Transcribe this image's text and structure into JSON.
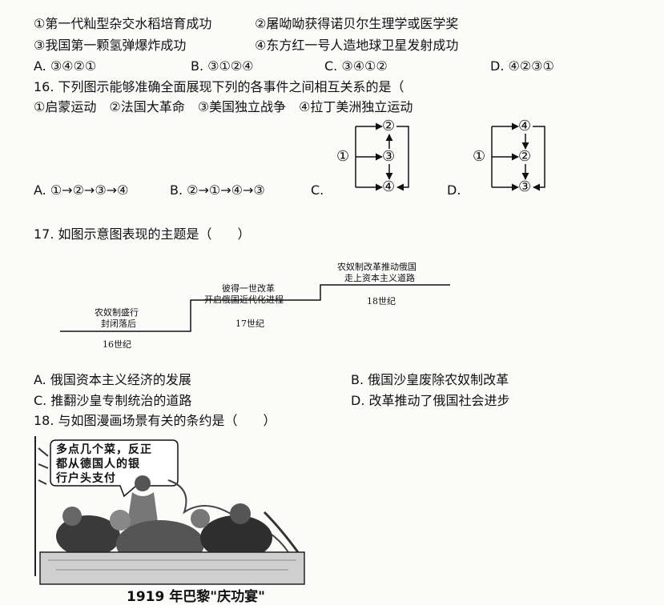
{
  "q15": {
    "item1": "①第一代籼型杂交水稻培育成功",
    "item2": "②屠呦呦获得诺贝尔生理学或医学奖",
    "item3": "③我国第一颗氢弹爆炸成功",
    "item4": "④东方红一号人造地球卫星发射成功",
    "opt_a": "A. ③④②①",
    "opt_b": "B. ③①②④",
    "opt_c": "C. ③④①②",
    "opt_d": "D. ④②③①"
  },
  "q16": {
    "stem": "16. 下列图示能够准确全面展现下列的各事件之间相互关系的是（",
    "items": "①启蒙运动　②法国大革命　③美国独立战争　④拉丁美洲独立运动",
    "opt_a": "A. ①→②→③→④",
    "opt_b": "B. ②→①→④→③",
    "opt_c": "C.",
    "opt_d": "D.",
    "diagram_c": {
      "left": "①",
      "top": "②",
      "mid": "③",
      "bottom": "④"
    },
    "diagram_d": {
      "left": "①",
      "top": "④",
      "mid": "②",
      "bottom": "③"
    }
  },
  "q17": {
    "stem": "17. 如图示意图表现的主题是（　　）",
    "step1_text": "农奴制盛行",
    "step1_text2": "封闭落后",
    "step1_label": "16世纪",
    "step2_text": "彼得一世改革",
    "step2_text2": "开启俄国近代化进程",
    "step2_label": "17世纪",
    "step3_text": "农奴制改革推动俄国",
    "step3_text2": "走上资本主义道路",
    "step3_label": "18世纪",
    "opt_a": "A. 俄国资本主义经济的发展",
    "opt_b": "B. 俄国沙皇废除农奴制改革",
    "opt_c": "C. 推翻沙皇专制统治的道路",
    "opt_d": "D. 改革推动了俄国社会进步"
  },
  "q18": {
    "stem": "18. 与如图漫画场景有关的条约是（　　）",
    "bubble_line1": "多点几个菜，反正",
    "bubble_line2": "都从德国人的银",
    "bubble_line3": "行户头支付",
    "caption": "1919 年巴黎\"庆功宴\""
  }
}
